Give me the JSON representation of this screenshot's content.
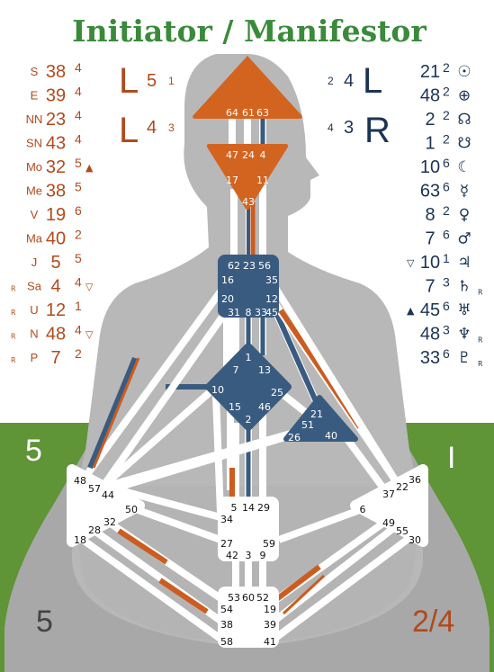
{
  "title": "Initiator / Manifestor",
  "colors": {
    "design": "#cc5c1f",
    "personality": "#3a5b80",
    "defined_center": "#3a5b80",
    "design_center": "#d36420",
    "body_silhouette": "#b8b8b8",
    "background_green": "#5f9437",
    "title_green": "#3a8a3a"
  },
  "variables": {
    "left_top": {
      "letter": "L",
      "number": "5",
      "sub": "1"
    },
    "left_bottom": {
      "letter": "L",
      "number": "4",
      "sub": "3"
    },
    "right_top": {
      "sub": "2",
      "number": "4",
      "letter": "L"
    },
    "right_bottom": {
      "sub": "4",
      "number": "3",
      "letter": "R"
    }
  },
  "corners": {
    "mid_left": "5",
    "mid_right": "I",
    "bottom_left": "5",
    "bottom_right": "2/4"
  },
  "design_planets": [
    {
      "symbol": "S",
      "gate": "38",
      "line": "4",
      "retro": "",
      "arrow": ""
    },
    {
      "symbol": "E",
      "gate": "39",
      "line": "4",
      "retro": "",
      "arrow": ""
    },
    {
      "symbol": "NN",
      "gate": "23",
      "line": "4",
      "retro": "",
      "arrow": ""
    },
    {
      "symbol": "SN",
      "gate": "43",
      "line": "4",
      "retro": "",
      "arrow": ""
    },
    {
      "symbol": "Mo",
      "gate": "32",
      "line": "5",
      "retro": "",
      "arrow": "▲"
    },
    {
      "symbol": "Me",
      "gate": "38",
      "line": "5",
      "retro": "",
      "arrow": ""
    },
    {
      "symbol": "V",
      "gate": "19",
      "line": "6",
      "retro": "",
      "arrow": ""
    },
    {
      "symbol": "Ma",
      "gate": "40",
      "line": "2",
      "retro": "",
      "arrow": ""
    },
    {
      "symbol": "J",
      "gate": "5",
      "line": "5",
      "retro": "",
      "arrow": ""
    },
    {
      "symbol": "Sa",
      "gate": "4",
      "line": "4",
      "retro": "R",
      "arrow": "▽"
    },
    {
      "symbol": "U",
      "gate": "12",
      "line": "1",
      "retro": "R",
      "arrow": ""
    },
    {
      "symbol": "N",
      "gate": "48",
      "line": "4",
      "retro": "R",
      "arrow": "▽"
    },
    {
      "symbol": "P",
      "gate": "7",
      "line": "2",
      "retro": "R",
      "arrow": ""
    }
  ],
  "personality_planets": [
    {
      "gate": "21",
      "line": "2",
      "symbol": "☉",
      "retro": "",
      "arrow": ""
    },
    {
      "gate": "48",
      "line": "2",
      "symbol": "⊕",
      "retro": "",
      "arrow": ""
    },
    {
      "gate": "2",
      "line": "2",
      "symbol": "☊",
      "retro": "",
      "arrow": ""
    },
    {
      "gate": "1",
      "line": "2",
      "symbol": "☋",
      "retro": "",
      "arrow": ""
    },
    {
      "gate": "10",
      "line": "6",
      "symbol": "☾",
      "retro": "",
      "arrow": ""
    },
    {
      "gate": "63",
      "line": "6",
      "symbol": "☿",
      "retro": "",
      "arrow": ""
    },
    {
      "gate": "8",
      "line": "2",
      "symbol": "♀",
      "retro": "",
      "arrow": ""
    },
    {
      "gate": "7",
      "line": "6",
      "symbol": "♂",
      "retro": "",
      "arrow": ""
    },
    {
      "gate": "10",
      "line": "1",
      "symbol": "♃",
      "retro": "",
      "arrow": "▽"
    },
    {
      "gate": "7",
      "line": "3",
      "symbol": "♄",
      "retro": "R",
      "arrow": ""
    },
    {
      "gate": "45",
      "line": "6",
      "symbol": "♅",
      "retro": "",
      "arrow": "▲"
    },
    {
      "gate": "48",
      "line": "3",
      "symbol": "♆",
      "retro": "R",
      "arrow": ""
    },
    {
      "gate": "33",
      "line": "6",
      "symbol": "♇",
      "retro": "R",
      "arrow": ""
    }
  ],
  "centers": {
    "head": [
      "64",
      "61",
      "63"
    ],
    "ajna": [
      "47",
      "24",
      "4",
      "17",
      "11",
      "43"
    ],
    "throat": [
      "62",
      "23",
      "56",
      "16",
      "35",
      "20",
      "12",
      "31",
      "8",
      "33",
      "45"
    ],
    "g": [
      "1",
      "7",
      "13",
      "10",
      "25",
      "15",
      "46",
      "2"
    ],
    "heart": [
      "21",
      "51",
      "26",
      "40"
    ],
    "spleen": [
      "48",
      "57",
      "44",
      "50",
      "32",
      "28",
      "18"
    ],
    "sacral": [
      "5",
      "14",
      "29",
      "34",
      "27",
      "59",
      "42",
      "3",
      "9"
    ],
    "solar_plexus": [
      "36",
      "22",
      "37",
      "6",
      "49",
      "55",
      "30"
    ],
    "root": [
      "53",
      "60",
      "52",
      "54",
      "19",
      "38",
      "39",
      "58",
      "41"
    ]
  }
}
